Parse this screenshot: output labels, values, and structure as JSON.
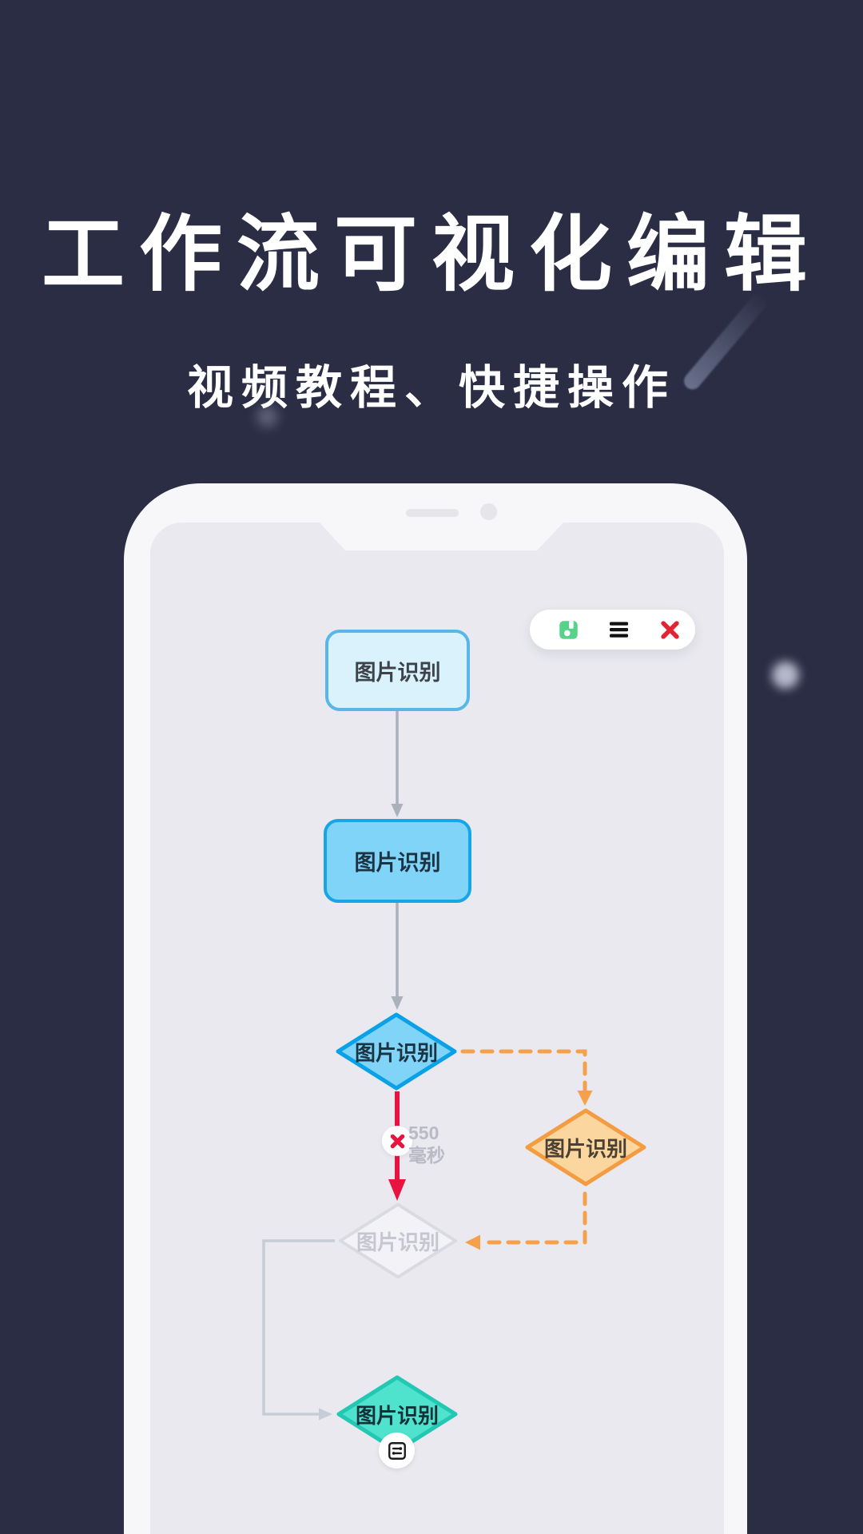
{
  "page": {
    "title": "工作流可视化编辑",
    "subtitle": "视频教程、快捷操作",
    "background_color": "#2a2d44",
    "text_color": "#ffffff"
  },
  "phone": {
    "frame_color": "#f7f7f9",
    "screen_color": "#e9e9ef",
    "toolbar": {
      "buttons": [
        {
          "name": "save",
          "icon": "save-icon",
          "color": "#56d28a"
        },
        {
          "name": "menu",
          "icon": "menu-icon",
          "color": "#111111"
        },
        {
          "name": "close",
          "icon": "close-icon",
          "color": "#e02433"
        }
      ]
    }
  },
  "flow": {
    "nodes": [
      {
        "id": "node-1",
        "shape": "rounded-rect",
        "label": "图片识别",
        "fill": "#daf2fc",
        "border": "#58b7e8",
        "state": "idle"
      },
      {
        "id": "node-2",
        "shape": "rounded-rect",
        "label": "图片识别",
        "fill": "#80d4f7",
        "border": "#17a5e8",
        "state": "active"
      },
      {
        "id": "decision",
        "shape": "diamond",
        "label": "图片识别",
        "fill": "#7fd4f7",
        "border": "#0aa1e8",
        "state": "active"
      },
      {
        "id": "branch",
        "shape": "diamond",
        "label": "图片识别",
        "fill": "#fbd79f",
        "border": "#f49c41",
        "state": "branch"
      },
      {
        "id": "disabled",
        "shape": "diamond",
        "label": "图片识别",
        "fill": "#f3f3f7",
        "border": "#dadae1",
        "state": "disabled"
      },
      {
        "id": "end",
        "shape": "diamond",
        "label": "图片识别",
        "fill": "#4fe2cd",
        "border": "#22c8b3",
        "state": "done"
      }
    ],
    "edges": [
      {
        "from": "node-1",
        "to": "node-2",
        "style": "solid",
        "color": "#a9b1bc"
      },
      {
        "from": "node-2",
        "to": "decision",
        "style": "solid",
        "color": "#a9b1bc"
      },
      {
        "from": "decision",
        "to": "disabled",
        "style": "solid",
        "color": "#e8143f",
        "marker": "error",
        "delay_value": "550",
        "delay_unit": "毫秒"
      },
      {
        "from": "decision",
        "to": "branch",
        "style": "dashed",
        "color": "#f5a14b"
      },
      {
        "from": "branch",
        "to": "disabled",
        "style": "dashed",
        "color": "#f5a14b"
      },
      {
        "from": "disabled",
        "to": "end",
        "style": "elbow",
        "color": "#c6cdd7"
      }
    ],
    "error_marker": {
      "glyph": "✕",
      "color": "#e8143f"
    },
    "delay_label": {
      "value": "550",
      "unit": "毫秒",
      "color": "#b9bac6"
    }
  }
}
